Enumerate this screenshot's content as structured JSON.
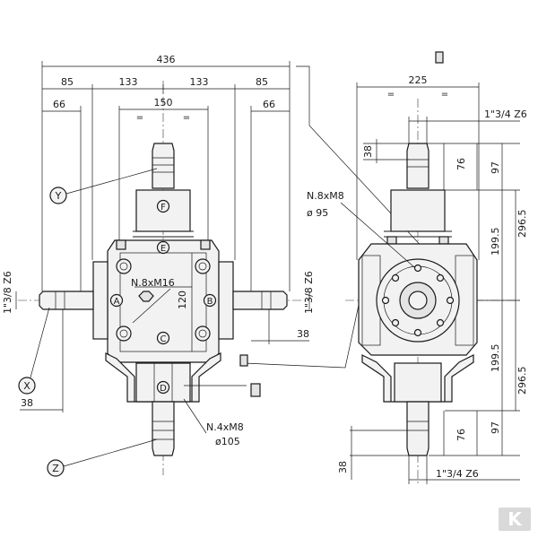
{
  "front_view": {
    "dim_total": "436",
    "dim_left_85": "85",
    "dim_left_133": "133",
    "dim_right_133": "133",
    "dim_right_85": "85",
    "dim_150": "150",
    "dim_left_66": "66",
    "dim_right_66": "66",
    "left_shaft_label": "1\"3/8 Z6",
    "right_shaft_label": "1\"3/8 Z6",
    "dim_38_bottom": "38",
    "dim_38_right": "38",
    "dim_120": "120",
    "bolt_label": "N.8xM16",
    "mount_label": "N.4xM8",
    "mount_dia": "ø105",
    "shaft_a": "A",
    "shaft_b": "B",
    "shaft_c": "C",
    "shaft_d": "D",
    "shaft_e": "E",
    "shaft_f": "F",
    "callout_x": "X",
    "callout_y": "Y",
    "callout_z": "Z"
  },
  "side_view": {
    "dim_225": "225",
    "top_shaft_label": "1\"3/4 Z6",
    "bottom_shaft_label": "1\"3/4 Z6",
    "bolt_label": "N.8xM8",
    "bolt_dia": "ø 95",
    "dim_38_top": "38",
    "dim_76_top": "76",
    "dim_97_top": "97",
    "dim_296_top": "296.5",
    "dim_199_top": "199.5",
    "dim_199_bottom": "199.5",
    "dim_296_bottom": "296.5",
    "dim_97_bottom": "97",
    "dim_76_bottom": "76",
    "dim_38_bottom": "38"
  },
  "brand_mark": "K",
  "colors": {
    "line": "#1a1a1a",
    "fill": "#f2f2f2",
    "logo": "#d9d9d9"
  }
}
